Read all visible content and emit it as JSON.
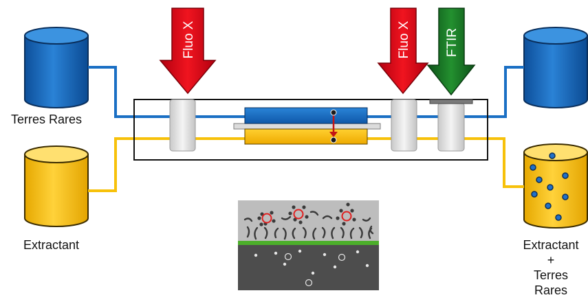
{
  "arrows": {
    "fluo_left": "Fluo X",
    "fluo_right": "Fluo X",
    "ftir": "FTIR"
  },
  "labels": {
    "terres_rares": "Terres Rares",
    "extractant": "Extractant",
    "product_line1": "Extractant",
    "product_line2": "+",
    "product_line3": "Terres",
    "product_line4": "Rares"
  },
  "colors": {
    "aqueous_blue": "#1a6fc4",
    "organic_yellow": "#f7c10a",
    "fluo_red": "#e8101d",
    "ftir_green": "#1b7a27",
    "droplet_marker": "#e02020"
  },
  "icons": {
    "tank": "cylinder-icon",
    "arrow": "down-arrow-icon",
    "inset": "molecular-interface-image"
  }
}
